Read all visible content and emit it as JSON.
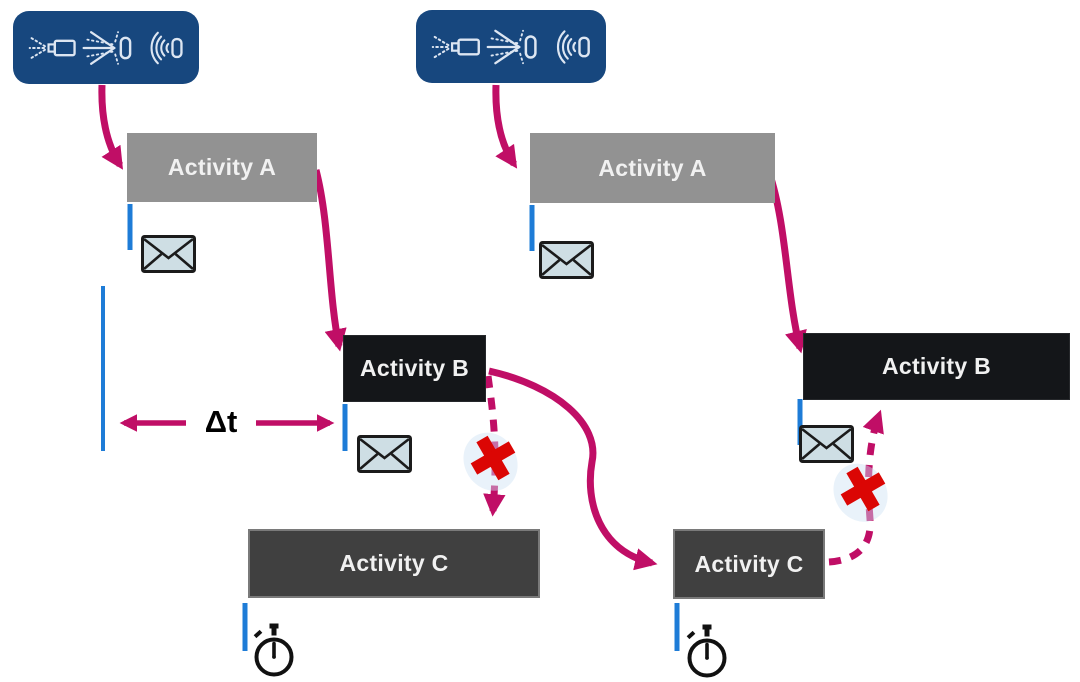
{
  "left": {
    "activity_a": "Activity A",
    "activity_b": "Activity B",
    "activity_c": "Activity C",
    "delta_t_label": "Δt"
  },
  "right": {
    "activity_a": "Activity A",
    "activity_b": "Activity B",
    "activity_c": "Activity C"
  },
  "icons": {
    "sensor_panel_icons": [
      "spray-emitter-icon",
      "particle-beam-icon",
      "ultrasound-sensor-icon"
    ],
    "envelope_icon": "✉",
    "stopwatch_icon": "⏱",
    "blocked_cross_icon": "✖"
  },
  "colors": {
    "background": "#FFFFFF",
    "sensor_panel": "#17477E",
    "sensor_icon_stroke": "#DDE6F2",
    "arrow_magenta": "#C00E66",
    "activity_a_fill": "#929292",
    "activity_b_fill": "#141619",
    "activity_c_fill": "#404040",
    "activity_text": "#F1F1F1",
    "timeline_blue": "#1E7CD7",
    "blocked_red": "#DB0604",
    "envelope_fill": "#CEDEE4",
    "delta_text": "#000000"
  }
}
